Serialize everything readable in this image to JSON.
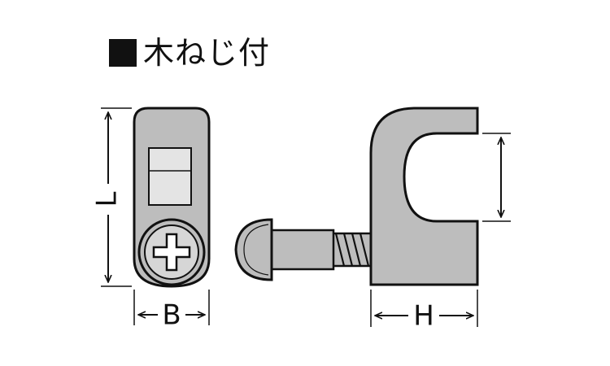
{
  "title": {
    "marker_icon": "black-square",
    "text": "木ねじ付"
  },
  "dimensions": {
    "length_label": "L",
    "width_label": "B",
    "height_label": "H"
  },
  "colors": {
    "line": "#111111",
    "fill": "#bdbdbd",
    "background": "#ffffff"
  }
}
